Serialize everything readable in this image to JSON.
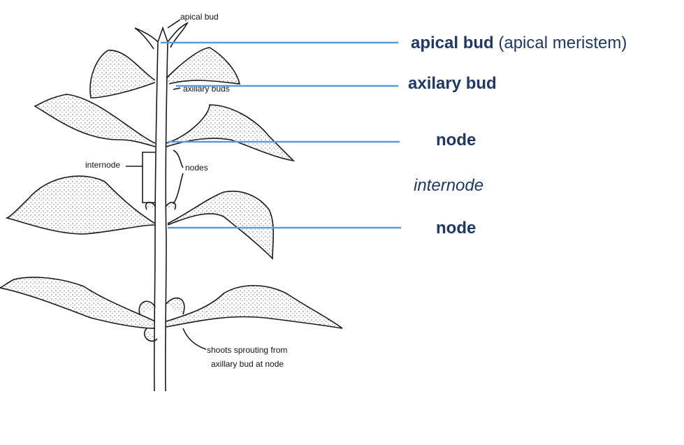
{
  "diagram": {
    "inner_labels": {
      "apical_bud": "apical bud",
      "axillary_buds": "axillary buds",
      "internode": "internode",
      "nodes": "nodes",
      "shoots_line1": "shoots sprouting from",
      "shoots_line2": "axillary bud at node"
    },
    "callouts": {
      "apical_bold": "apical bud",
      "apical_rest": " (apical meristem)",
      "axilary": "axilary bud",
      "node1": "node",
      "internode": "internode",
      "node2": "node"
    },
    "colors": {
      "pointer_line": "#5b9bd5",
      "label_text": "#1f3864",
      "drawing_stroke": "#1a1a1a"
    }
  }
}
